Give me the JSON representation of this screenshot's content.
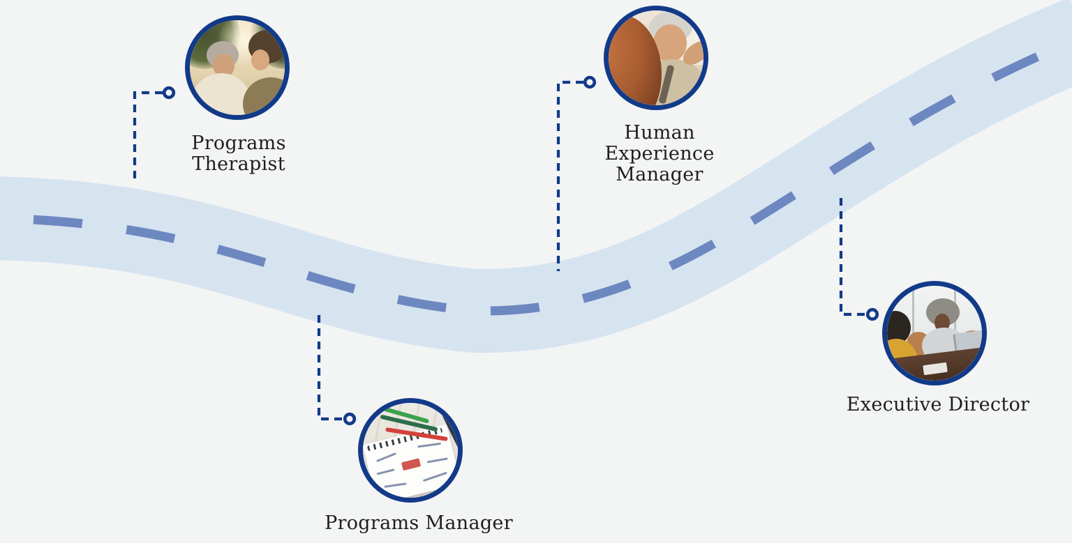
{
  "diagram": {
    "type": "career-path-roadmap",
    "background_color": "#f3f4f4",
    "road": {
      "band_color": "#d6e4f0",
      "center_dash_color": "#6d87c0"
    },
    "connector_color": "#123a88",
    "label_color": "#1e1e1e",
    "nodes": [
      {
        "id": "programs-therapist",
        "label": "Programs Therapist",
        "lines": [
          "Programs",
          "Therapist"
        ],
        "photo": "caregiver-talking-with-elderly-woman-outdoors"
      },
      {
        "id": "human-experience-manager",
        "label": "Human Experience Manager",
        "lines": [
          "Human",
          "Experience",
          "Manager"
        ],
        "photo": "smiling-elderly-man-with-caregiver"
      },
      {
        "id": "programs-manager",
        "label": "Programs Manager",
        "lines": [
          "Programs Manager"
        ],
        "photo": "mind-map-notebook-with-colored-pencils"
      },
      {
        "id": "executive-director",
        "label": "Executive Director",
        "lines": [
          "Executive Director"
        ],
        "photo": "women-in-business-meeting-at-conference-table"
      }
    ]
  }
}
